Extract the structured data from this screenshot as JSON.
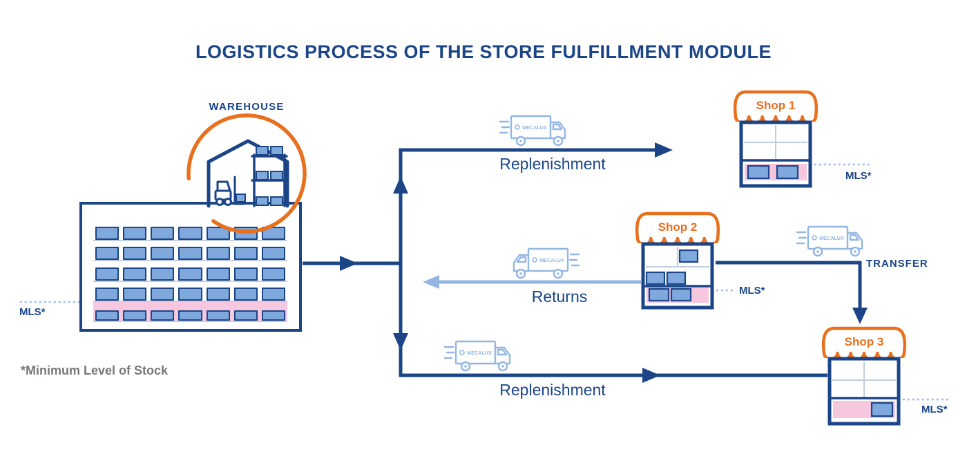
{
  "title": "LOGISTICS PROCESS OF THE STORE FULFILLMENT MODULE",
  "footnote": "*Minimum Level of Stock",
  "warehouse": {
    "label": "WAREHOUSE",
    "mls": "MLS*",
    "rack": {
      "rows": 5,
      "columns": 7
    }
  },
  "flows": {
    "replenishment_top": "Replenishment",
    "returns": "Returns",
    "replenishment_bottom": "Replenishment",
    "transfer": "TRANSFER"
  },
  "truck_brand": "MECALUX",
  "shops": [
    {
      "name": "Shop 1",
      "mls": "MLS*"
    },
    {
      "name": "Shop 2",
      "mls": "MLS*"
    },
    {
      "name": "Shop 3",
      "mls": "MLS*"
    }
  ],
  "colors": {
    "dark_blue": "#1b4586",
    "light_blue": "#93b6e2",
    "orange": "#e8701f",
    "pink": "#f7c6df",
    "gray": "#77787b"
  }
}
